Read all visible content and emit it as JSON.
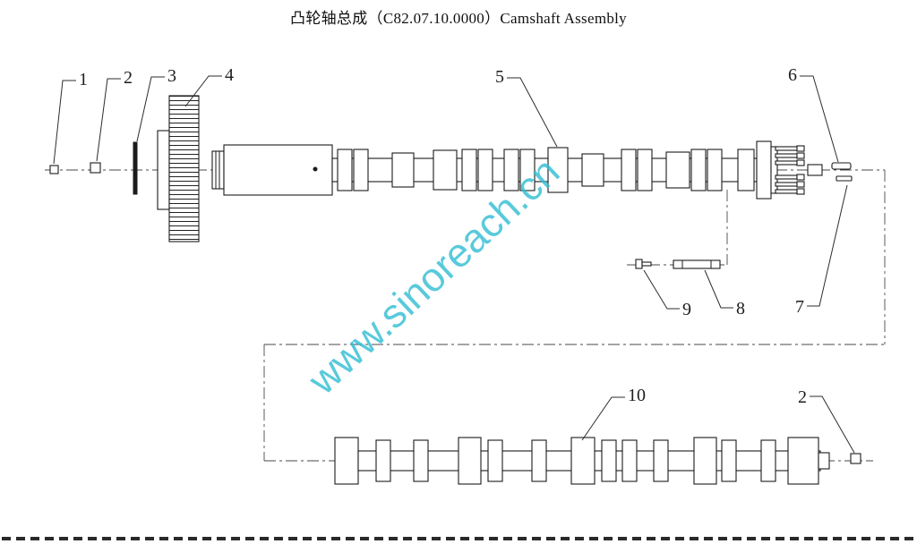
{
  "title": "凸轮轴总成（C82.07.10.0000）Camshaft Assembly",
  "watermark": "www.sinoreach.cn",
  "colors": {
    "watermark": "#2fbdd3",
    "line": "#1b1b1b"
  },
  "callouts": {
    "c1": "1",
    "c2": "2",
    "c3": "3",
    "c4": "4",
    "c5": "5",
    "c6": "6",
    "c7": "7",
    "c8": "8",
    "c9": "9",
    "c10": "10",
    "c2b": "2"
  }
}
